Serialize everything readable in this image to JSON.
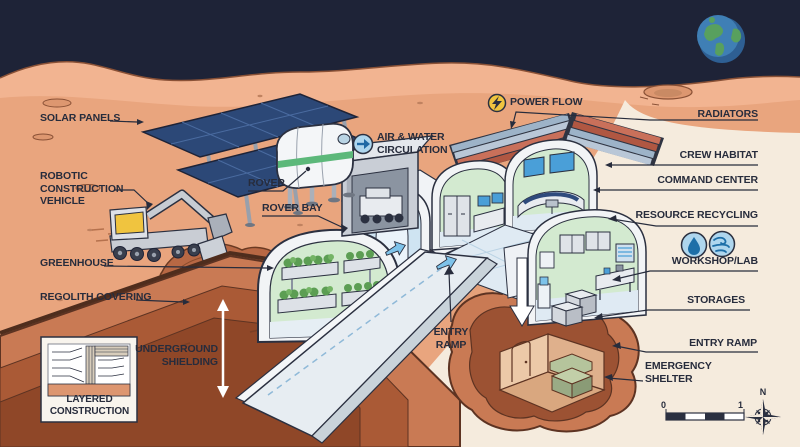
{
  "scene": {
    "subject": "Mars underground base cutaway infographic",
    "style": "isometric illustrated diagram"
  },
  "labels": {
    "solar_panels": "SOLAR PANELS",
    "robotic_vehicle": "ROBOTIC\nCONSTRUCTION\nVEHICLE",
    "rover": "ROVER",
    "rover_bay": "ROVER BAY",
    "greenhouse": "GREENHOUSE",
    "regolith_covering": "REGOLITH COVERING",
    "underground_shielding": "UNDERGROUND\nSHIELDING",
    "layered_construction": "LAYERED\nCONSTRUCTION",
    "entry_ramp_center": "ENTRY\nRAMP",
    "air_water_circulation": "AIR & WATER\nCIRCULATION",
    "power_flow": "POWER FLOW",
    "radiators": "RADIATORS",
    "crew_habitat": "CREW HABITAT",
    "command_center": "COMMAND CENTER",
    "resource_recycling": "RESOURCE RECYCLING",
    "workshop_lab": "WORKSHOP/LAB",
    "storages": "STORAGES",
    "entry_ramp_right": "ENTRY RAMP",
    "emergency_shelter": "EMERGENCY\nSHELTER"
  },
  "map_furniture": {
    "scale_start": "0",
    "scale_end": "1",
    "compass_north": "N"
  },
  "icons": {
    "power_flow": "lightning-bolt-circle",
    "air_water_circulation": "arrow-right-circle",
    "water_recycling": "water-droplet-circle",
    "air_recycling": "air-flow-circle",
    "earth": "earth-globe",
    "compass": "compass-rose",
    "shielding": "double-headed-vertical-arrow",
    "shelter_access": "down-arrow"
  },
  "colors": {
    "sky": "#1e2337",
    "ground": "#e9a57e",
    "ridge": "#f2b491",
    "cream_background": "#f5ebdd",
    "trench": "#a95a36",
    "label_text": "#272c3c",
    "solar_panel_blue": "#2c4877",
    "interior_green": "#d3ead0",
    "interior_blue": "#dfeaf3",
    "accent_blue": "#7ec3ea",
    "icon_blue": "#aed6ee",
    "power_yellow": "#f0c43f",
    "radiator_red": "#c9705a",
    "radiator_blue": "#9db3c8"
  }
}
